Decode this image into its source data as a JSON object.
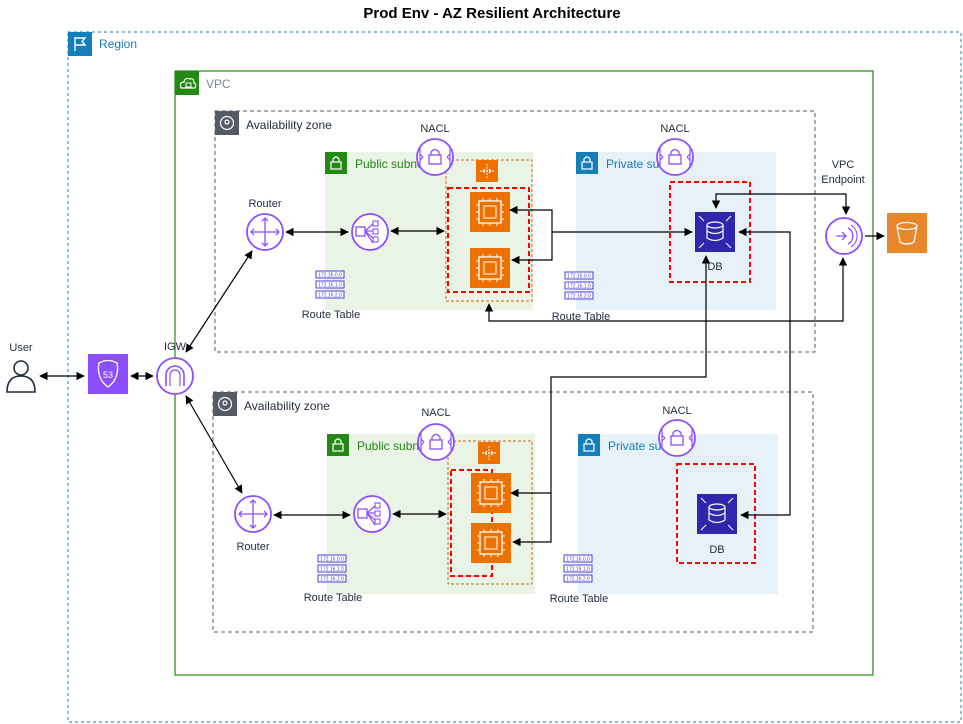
{
  "title": "Prod Env - AZ Resilient Architecture",
  "region_label": "Region",
  "vpc_label": "VPC",
  "user_label": "User",
  "igw_label": "IGW",
  "route53_text": "53",
  "vpc_endpoint_label_1": "VPC",
  "vpc_endpoint_label_2": "Endpoint",
  "az": [
    {
      "label": "Availability zone",
      "router_label": "Router",
      "public_nacl": "NACL",
      "private_nacl": "NACL",
      "public_subnet_label": "Public subnet",
      "private_subnet_label": "Private subnet",
      "public_route_table_label": "Route Table",
      "private_route_table_label": "Route Table",
      "public_routes": [
        "172.16.0.0",
        "172.16.1.0",
        "172.16.2.0"
      ],
      "private_routes": [
        "172.16.0.0",
        "172.16.1.0",
        "172.16.2.0"
      ],
      "db_label": "DB"
    },
    {
      "label": "Availability zone",
      "router_label": "Router",
      "public_nacl": "NACL",
      "private_nacl": "NACL",
      "public_subnet_label": "Public subnet",
      "private_subnet_label": "Private subnet",
      "public_route_table_label": "Route Table",
      "private_route_table_label": "Route Table",
      "public_routes": [
        "172.16.0.0",
        "172.16.1.0",
        "172.16.2.0"
      ],
      "private_routes": [
        "172.16.0.0",
        "172.16.1.0",
        "172.16.2.0"
      ],
      "db_label": "DB"
    }
  ],
  "colors": {
    "region_border": "#147EBA",
    "vpc_border": "#248814",
    "public_subnet_fill": "#E9F3E6",
    "private_subnet_fill": "#E6F2F8",
    "public_subnet_text": "#248814",
    "private_subnet_text": "#147EBA",
    "compute_orange": "#ED7100",
    "network_purple": "#8C4FFF",
    "db_blue": "#2E27AD",
    "az_border": "#545B64",
    "highlight_red": "#FF0000",
    "asg_border": "#D86613"
  }
}
